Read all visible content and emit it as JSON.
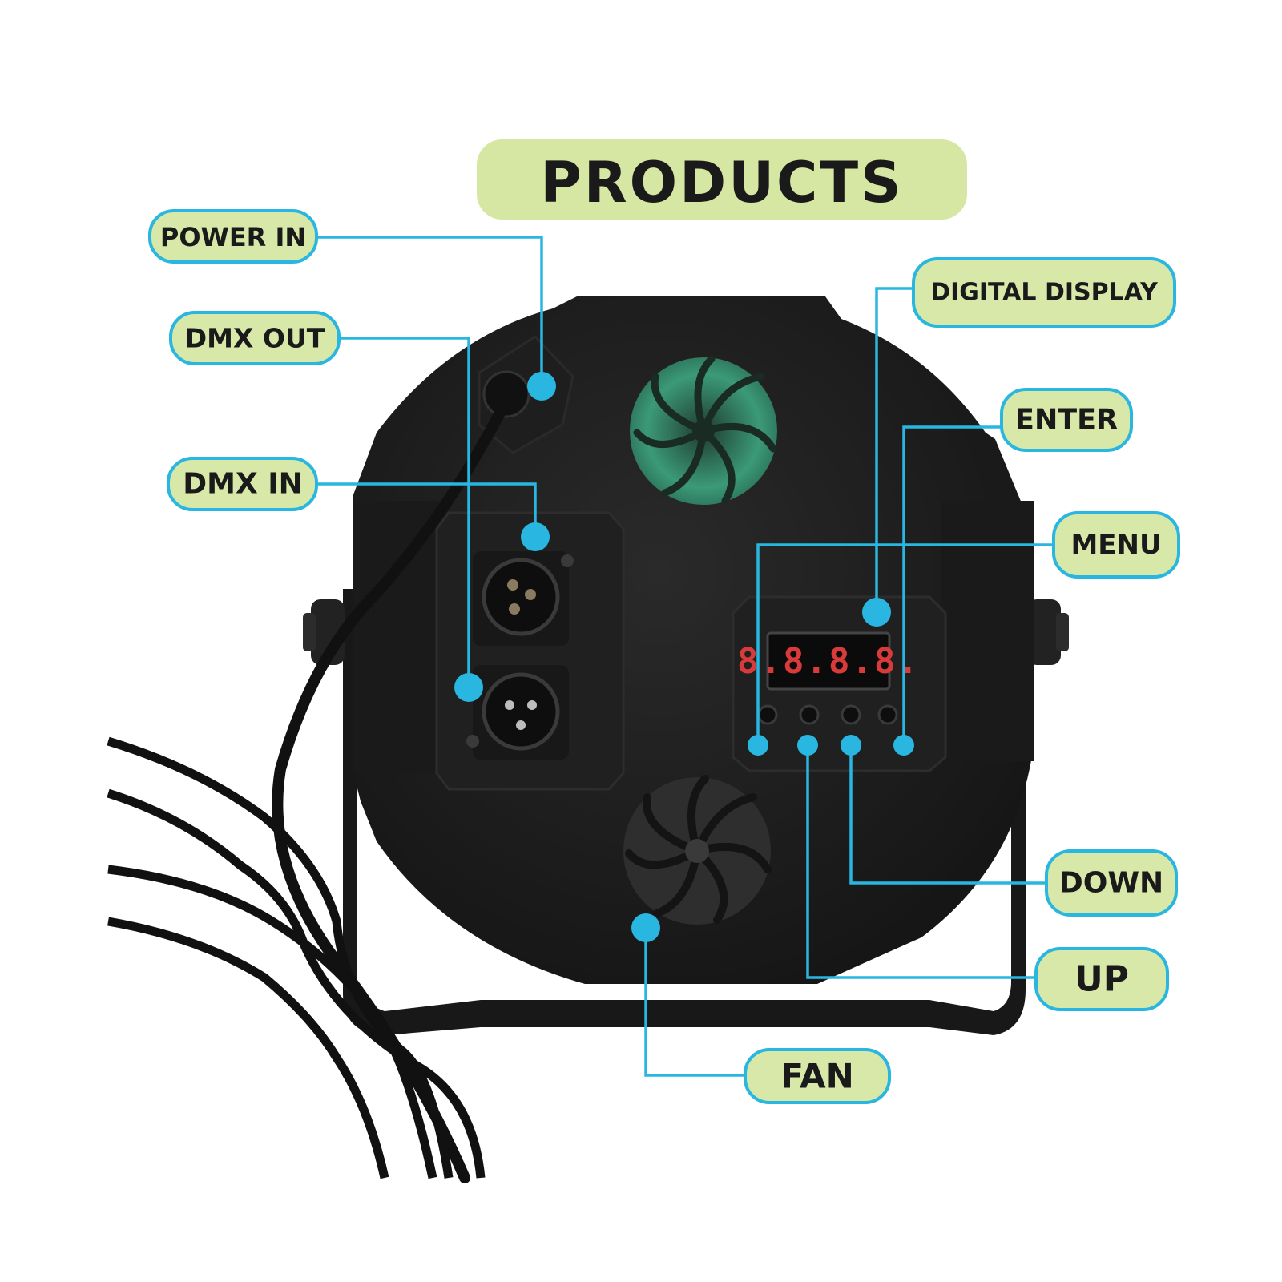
{
  "title": "PRODUCTS",
  "colors": {
    "pill_fill": "#d7e8a8",
    "pill_border": "#29b6e0",
    "leader_line": "#29b6e0",
    "title_fill": "#d5e7a3",
    "device_body": "#1c1c1c",
    "fan_glow": "#3b9a78",
    "display_digits": "#d93a3a"
  },
  "display": {
    "digits": "8.8.8.8."
  },
  "labels": {
    "power_in": "POWER IN",
    "dmx_out": "DMX OUT",
    "dmx_in": "DMX IN",
    "digital_display": "DIGITAL DISPLAY",
    "enter": "ENTER",
    "menu": "MENU",
    "down": "DOWN",
    "up": "UP",
    "fan": "FAN"
  }
}
